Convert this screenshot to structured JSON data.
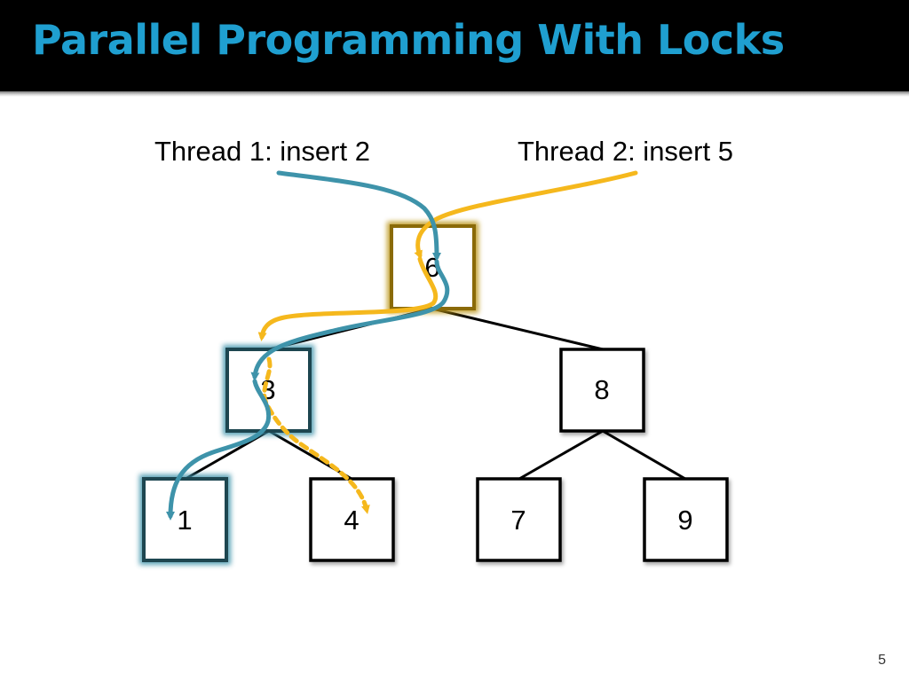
{
  "title": "Parallel Programming With Locks",
  "threads": [
    {
      "label": "Thread 1: insert 2",
      "color": "#3e93aa"
    },
    {
      "label": "Thread 2: insert 5",
      "color": "#f5b81d"
    }
  ],
  "lock_colors": {
    "thread1": "#3e93aa",
    "thread2": "#b8900e"
  },
  "tree": {
    "nodes": [
      {
        "id": "n6",
        "label": "6",
        "locked_by": "thread2"
      },
      {
        "id": "n3",
        "label": "3",
        "locked_by": "thread1"
      },
      {
        "id": "n8",
        "label": "8",
        "locked_by": null
      },
      {
        "id": "n1",
        "label": "1",
        "locked_by": "thread1"
      },
      {
        "id": "n4",
        "label": "4",
        "locked_by": null
      },
      {
        "id": "n7",
        "label": "7",
        "locked_by": null
      },
      {
        "id": "n9",
        "label": "9",
        "locked_by": null
      }
    ],
    "edges": [
      [
        "n6",
        "n3"
      ],
      [
        "n6",
        "n8"
      ],
      [
        "n3",
        "n1"
      ],
      [
        "n3",
        "n4"
      ],
      [
        "n8",
        "n7"
      ],
      [
        "n8",
        "n9"
      ]
    ]
  },
  "slide_number": "5"
}
